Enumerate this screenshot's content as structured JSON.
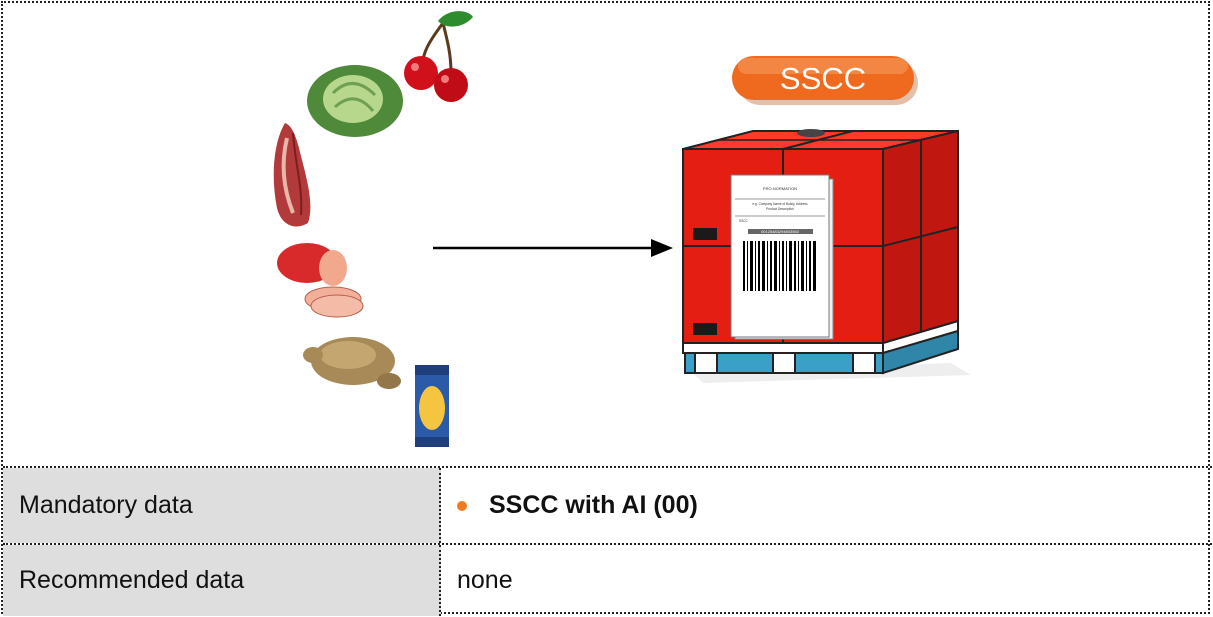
{
  "badge": {
    "label": "SSCC"
  },
  "label_sheet": {
    "header": "PRO-NORMATION",
    "company_lines": [
      "e.g. Company Name of Bulkly, Address",
      "Product Description"
    ],
    "code_label": "SSCC",
    "code_value": "00125483294803563"
  },
  "table": {
    "rows": [
      {
        "label": "Mandatory data",
        "value": "SSCC with AI (00)",
        "bulleted": true,
        "bold": true
      },
      {
        "label": "Recommended data",
        "value": "none",
        "bulleted": false,
        "bold": false
      }
    ]
  },
  "colors": {
    "accent": "#f07b20",
    "pallet_red": "#e51e14",
    "pallet_blue": "#3aa0c8",
    "label_bg": "#dedede"
  },
  "icons": [
    "cherry-icon",
    "cabbage-icon",
    "meat-icon",
    "salami-icon",
    "chicken-icon",
    "pasta-box-icon",
    "arrow-right-icon",
    "pallet-icon",
    "barcode-icon"
  ]
}
